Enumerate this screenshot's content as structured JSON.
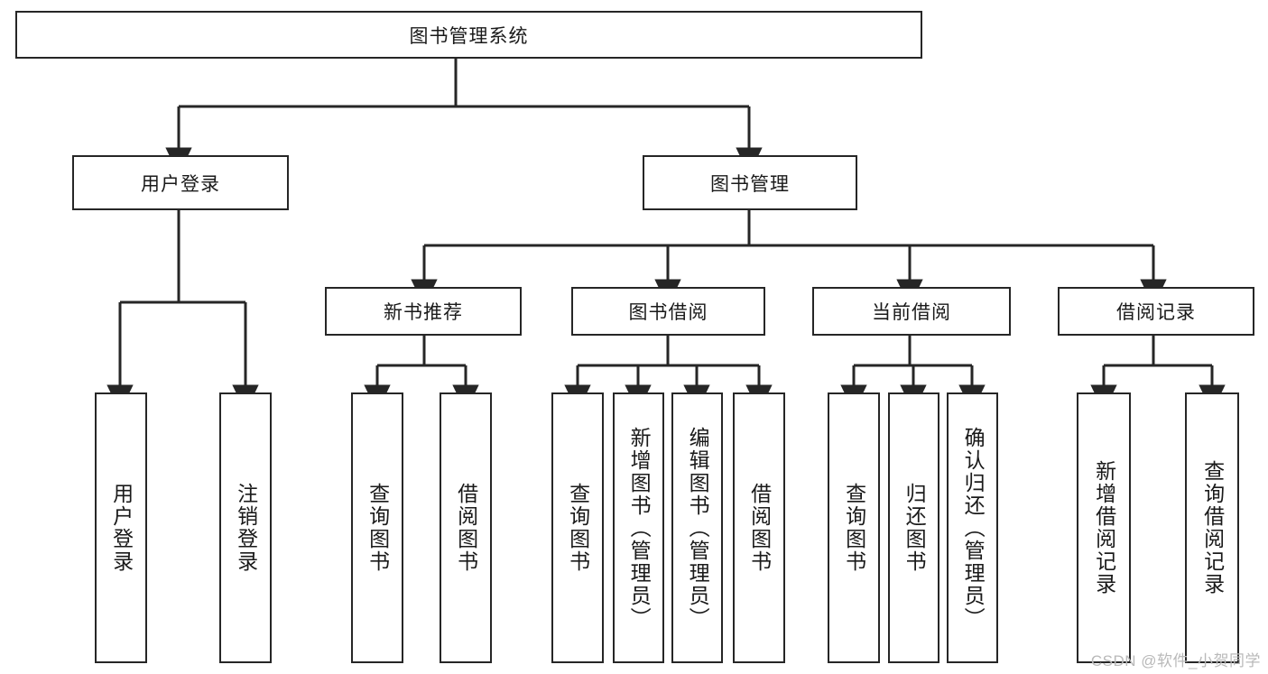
{
  "diagram": {
    "type": "tree",
    "title_node": "图书管理系统",
    "root": {
      "label": "图书管理系统"
    },
    "level1": [
      {
        "label": "用户登录"
      },
      {
        "label": "图书管理"
      }
    ],
    "level2": [
      {
        "label": "新书推荐"
      },
      {
        "label": "图书借阅"
      },
      {
        "label": "当前借阅"
      },
      {
        "label": "借阅记录"
      }
    ],
    "leaves": [
      {
        "label": "用户登录"
      },
      {
        "label": "注销登录"
      },
      {
        "label": "查询图书"
      },
      {
        "label": "借阅图书"
      },
      {
        "label": "查询图书"
      },
      {
        "label": "新增图书（管理员）"
      },
      {
        "label": "编辑图书（管理员）"
      },
      {
        "label": "借阅图书"
      },
      {
        "label": "查询图书"
      },
      {
        "label": "归还图书"
      },
      {
        "label": "确认归还（管理员）"
      },
      {
        "label": "新增借阅记录"
      },
      {
        "label": "查询借阅记录"
      }
    ],
    "colors": {
      "stroke": "#262626",
      "fill": "#ffffff",
      "text": "#1a1a1a",
      "watermark": "#b9b9b9"
    }
  },
  "watermark": {
    "text": "CSDN @软件_小贺同学"
  }
}
